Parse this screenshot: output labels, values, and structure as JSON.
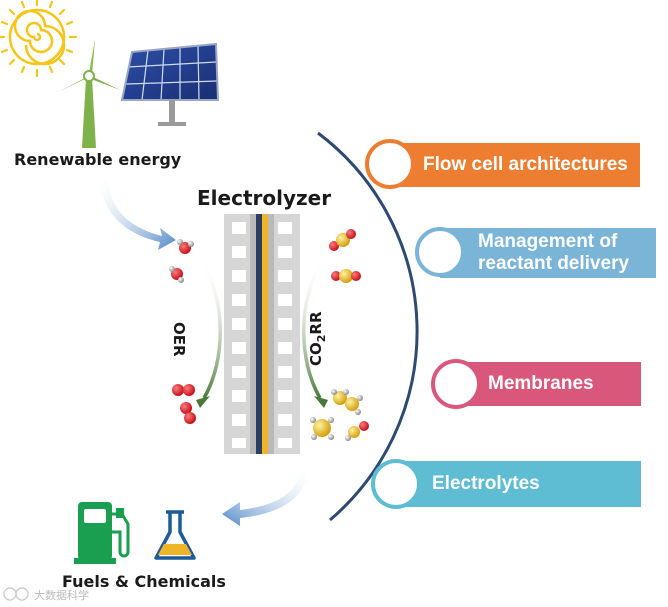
{
  "labels": {
    "renewable": "Renewable energy",
    "electrolyzer": "Electrolyzer",
    "oer": "OER",
    "co2rr": {
      "main": "CO",
      "sub": "2",
      "tail": "RR"
    },
    "fuels": "Fuels & Chemicals",
    "watermark": "大数据科学"
  },
  "topics": [
    {
      "label_lines": [
        "Flow cell architectures"
      ],
      "color": "#ed7d31"
    },
    {
      "label_lines": [
        "Management of",
        "reactant delivery"
      ],
      "color": "#7ab4d6"
    },
    {
      "label_lines": [
        "Membranes"
      ],
      "color": "#d9577a"
    },
    {
      "label_lines": [
        "Electrolytes"
      ],
      "color": "#5fbdd3"
    }
  ],
  "colors": {
    "arc": "#2e4a72",
    "arrow": "#4f86c6",
    "green_arrow": "#4a7a3a",
    "membrane_gold": "#f0b429",
    "membrane_navy": "#2b3f63",
    "pump_green": "#1a9e50",
    "flask_blue": "#1f5b96",
    "liquid_yellow": "#f0b429"
  },
  "icons": [
    "sun-icon",
    "wind-turbine-icon",
    "solar-panel-icon",
    "fuel-pump-icon",
    "flask-icon"
  ]
}
